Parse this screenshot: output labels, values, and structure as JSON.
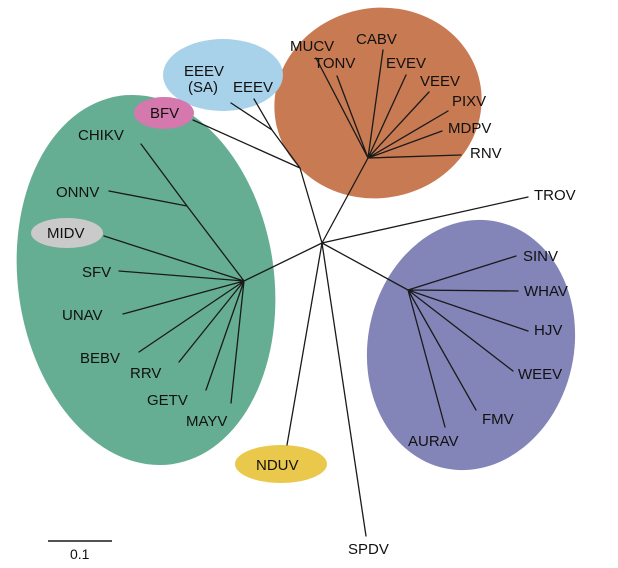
{
  "figure": {
    "scale_bar_label": "0.1"
  },
  "groups": {
    "green": {
      "color": "#65ae94"
    },
    "orange": {
      "color": "#c87a52"
    },
    "purple": {
      "color": "#8385b8"
    },
    "blue": {
      "color": "#a8d2e9"
    },
    "pink": {
      "color": "#d478ad"
    },
    "yellow": {
      "color": "#eac84b"
    },
    "gray": {
      "color": "#cacaca"
    }
  },
  "taxa": {
    "chikv": "CHIKV",
    "onnv": "ONNV",
    "midv": "MIDV",
    "sfv": "SFV",
    "unav": "UNAV",
    "bebv": "BEBV",
    "rrv": "RRV",
    "getv": "GETV",
    "mayv": "MAYV",
    "bfv": "BFV",
    "eeev_sa_line1": "EEEV",
    "eeev_sa_line2": "(SA)",
    "eeev": "EEEV",
    "mucv": "MUCV",
    "cabv": "CABV",
    "tonv": "TONV",
    "evev": "EVEV",
    "veev": "VEEV",
    "pixv": "PIXV",
    "mdpv": "MDPV",
    "rnv": "RNV",
    "trov": "TROV",
    "sinv": "SINV",
    "whav": "WHAV",
    "hjv": "HJV",
    "weev": "WEEV",
    "fmv": "FMV",
    "aurav": "AURAV",
    "nduv": "NDUV",
    "spdv": "SPDV"
  }
}
